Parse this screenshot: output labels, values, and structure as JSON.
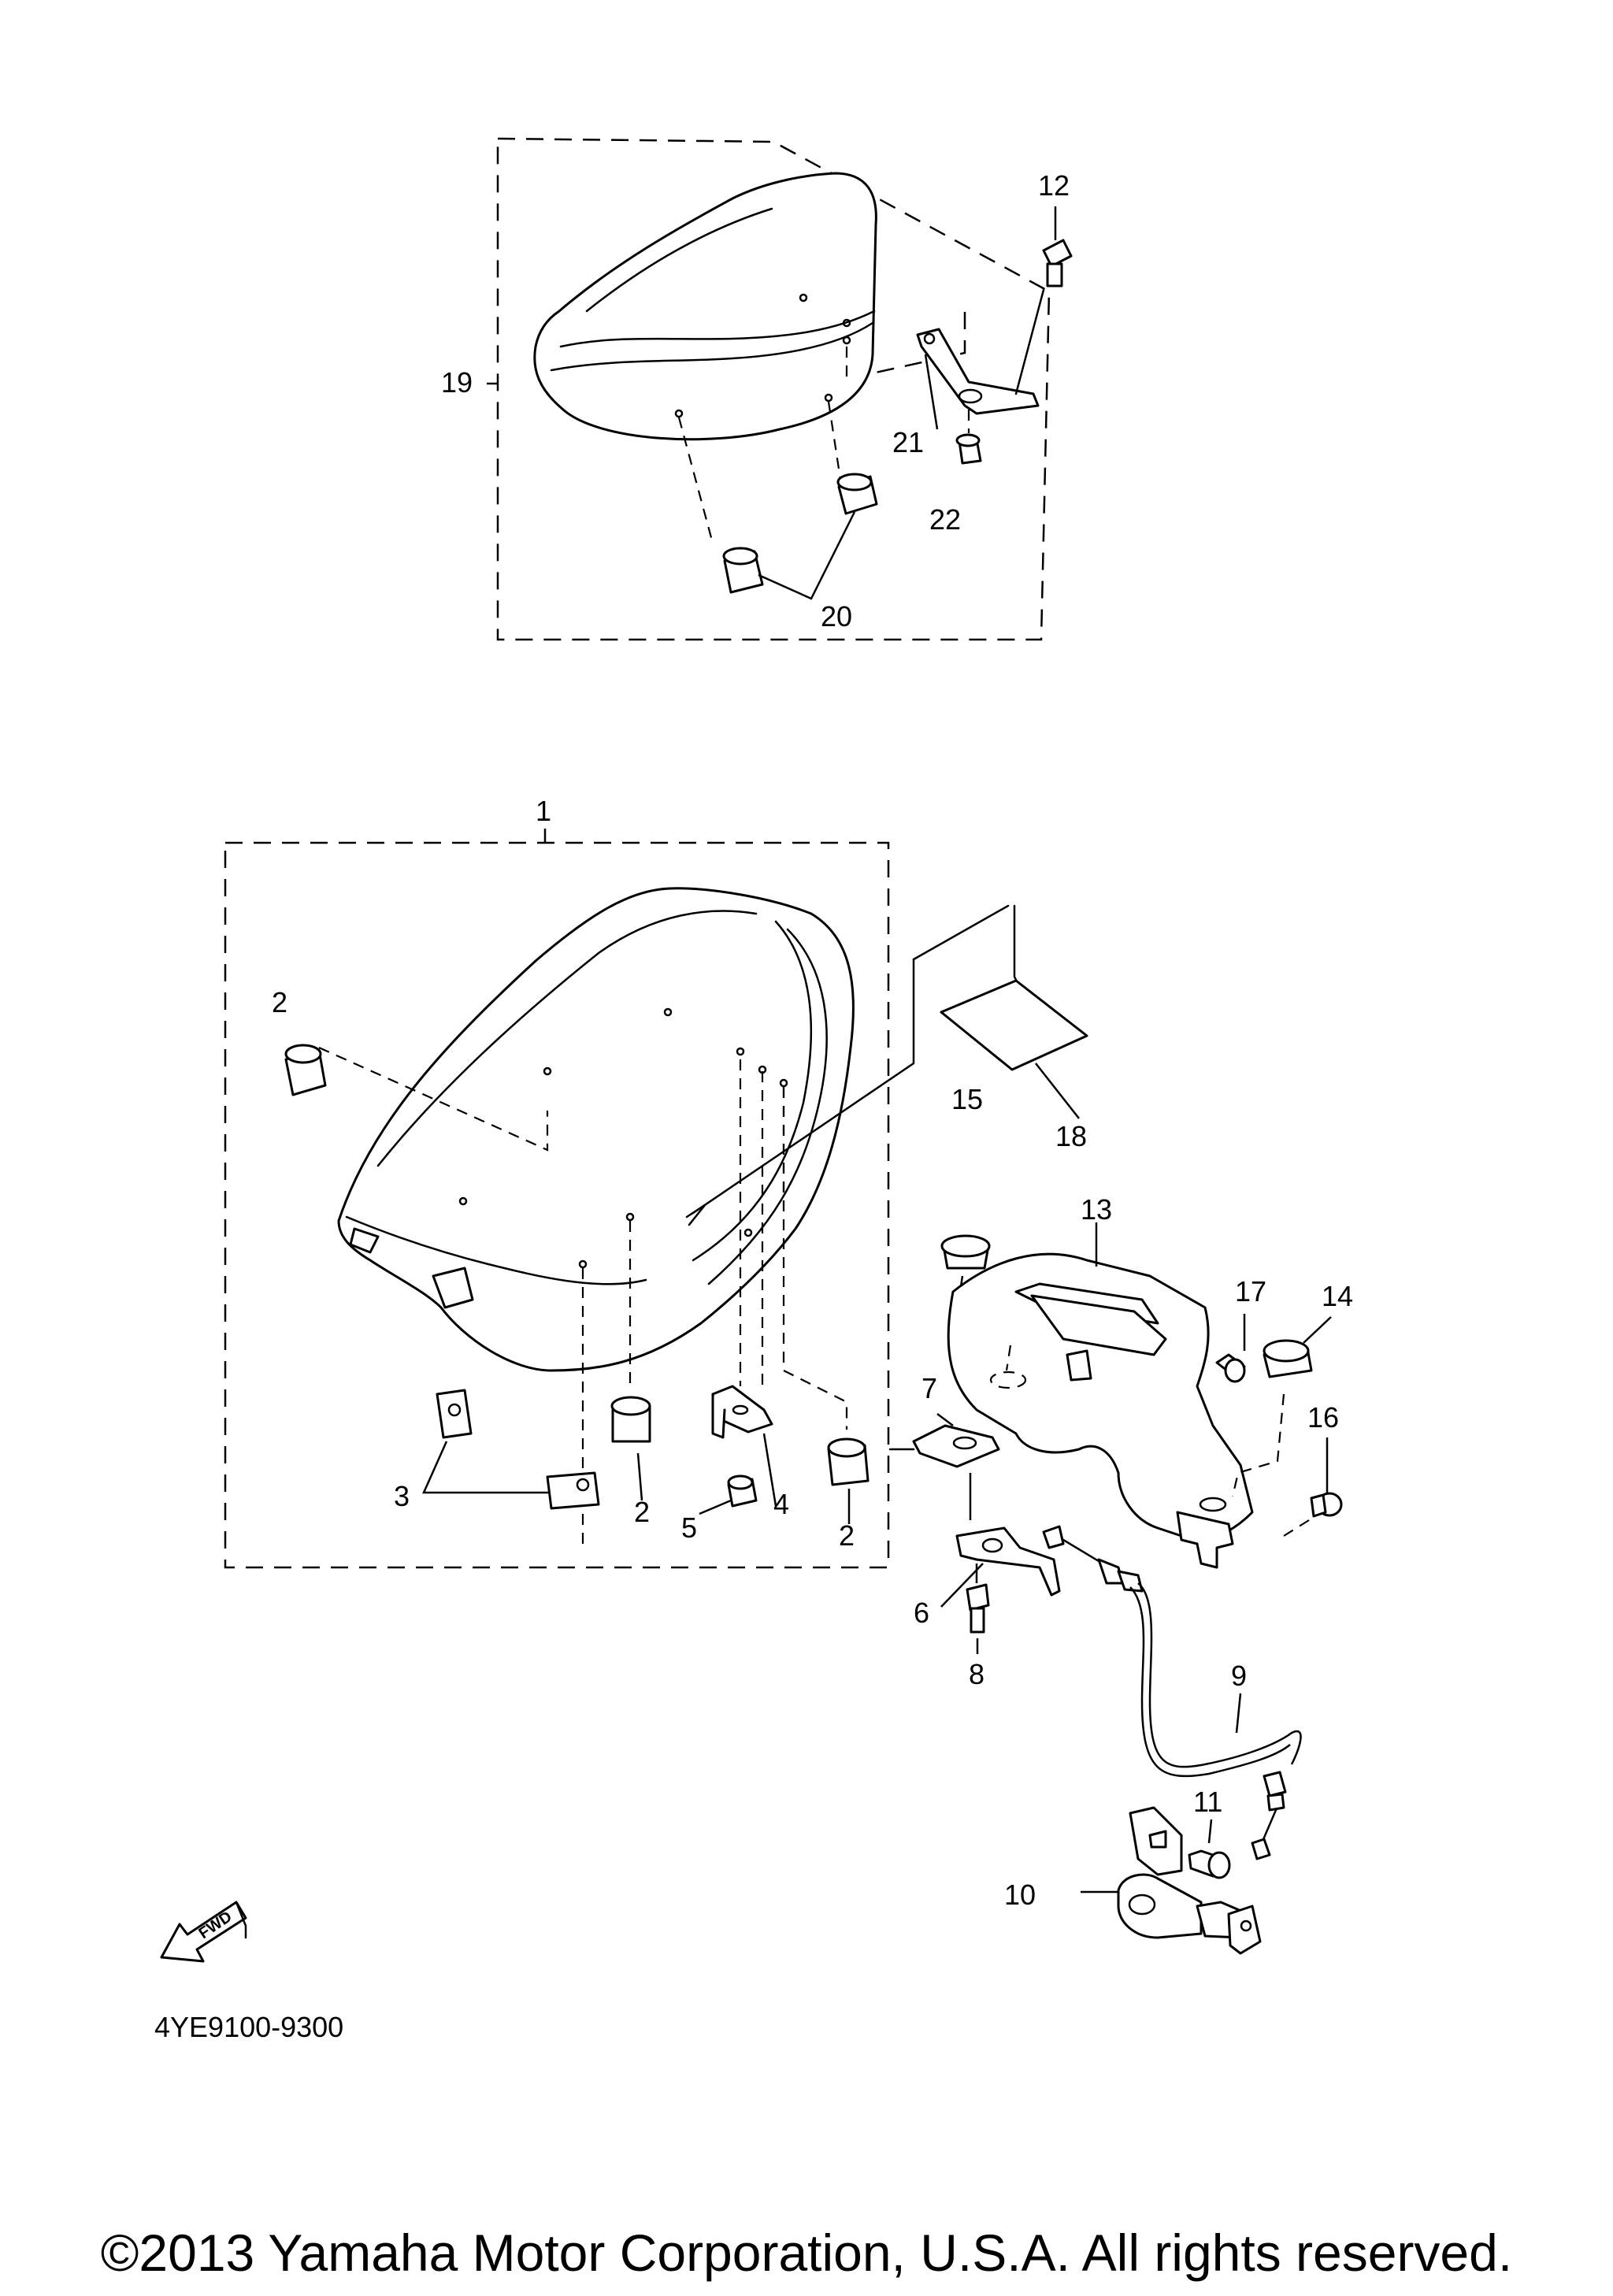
{
  "callouts": {
    "c1": "1",
    "c2a": "2",
    "c2b": "2",
    "c2c": "2",
    "c3": "3",
    "c4": "4",
    "c5": "5",
    "c6": "6",
    "c7": "7",
    "c8": "8",
    "c9": "9",
    "c10": "10",
    "c11": "11",
    "c12": "12",
    "c13": "13",
    "c14": "14",
    "c15": "15",
    "c16": "16",
    "c17": "17",
    "c18": "18",
    "c19": "19",
    "c20": "20",
    "c21": "21",
    "c22": "22"
  },
  "fwd_label": "FWD",
  "diagram_code": "4YE9100-9300",
  "copyright": "©2013 Yamaha Motor Corporation, U.S.A. All rights reserved."
}
